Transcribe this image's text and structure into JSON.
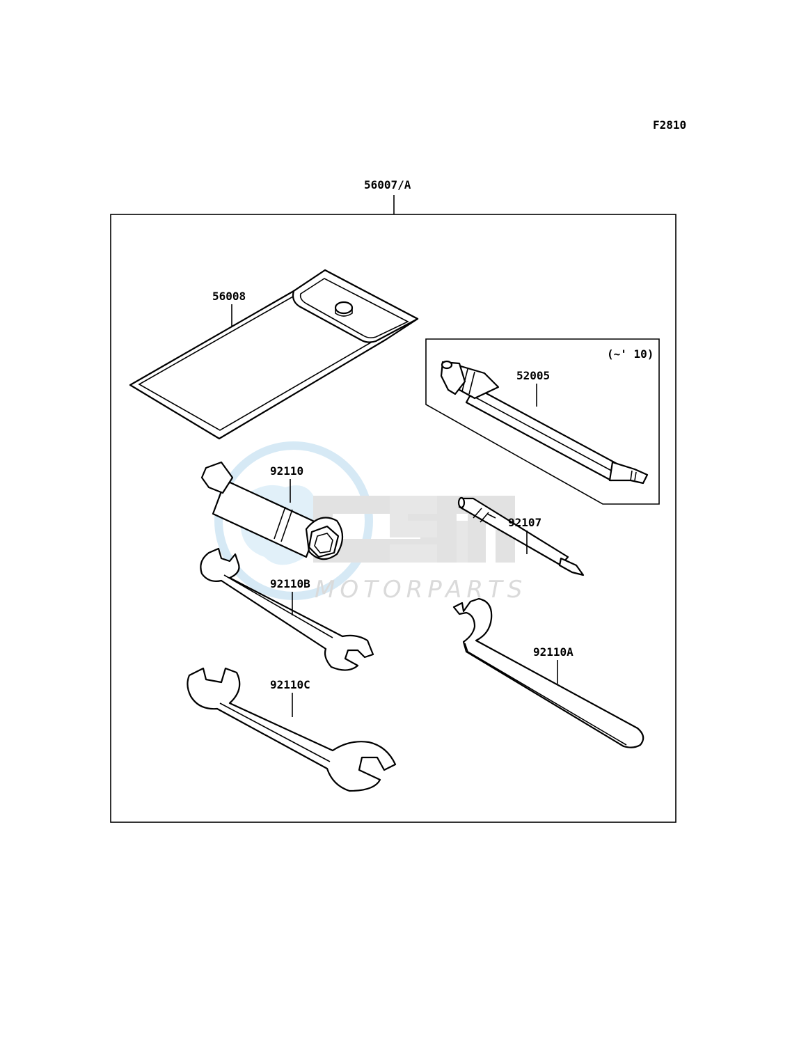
{
  "diagram": {
    "figure_code": "F2810",
    "assembly_label": "56007/A",
    "variant_note": "(~' 10)",
    "parts": [
      {
        "key": "case",
        "number": "56008"
      },
      {
        "key": "pump",
        "number": "52005"
      },
      {
        "key": "plug_wrench",
        "number": "92110"
      },
      {
        "key": "screwdriver",
        "number": "92107"
      },
      {
        "key": "wrench_b",
        "number": "92110B"
      },
      {
        "key": "hook_wrench",
        "number": "92110A"
      },
      {
        "key": "wrench_c",
        "number": "92110C"
      }
    ]
  },
  "watermark": {
    "brand": "GSM",
    "subtitle": "MOTORPARTS",
    "colors": {
      "globe": "#cfe6f4",
      "letters": "#dedede",
      "land": "#dceef8"
    }
  },
  "colors": {
    "line": "#000000",
    "background": "#ffffff"
  }
}
